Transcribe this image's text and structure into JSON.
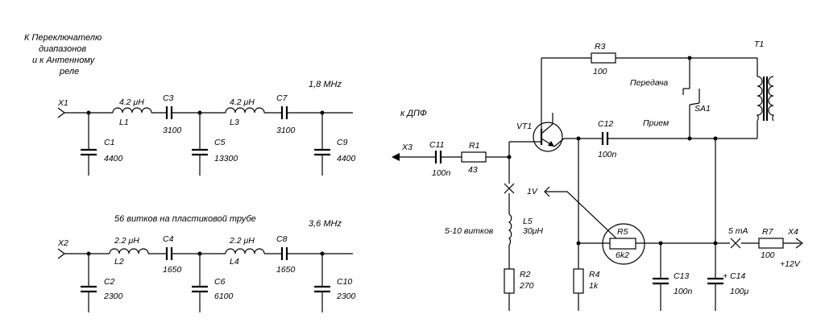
{
  "notes": {
    "switch_line1": "К Переключателю",
    "switch_line2": "диапазонов",
    "switch_line3": "и к Антенному",
    "switch_line4": "реле",
    "coil_note": "56 витков на пластиковой трубе",
    "dpf": "к ДПФ",
    "turns": "5-10 витков",
    "volt": "1V",
    "current": "5 mA",
    "supply": "+12V",
    "transmit": "Передача",
    "receive": "Прием"
  },
  "bands": {
    "band1": "1,8 MHz",
    "band2": "3,6 MHz"
  },
  "connectors": {
    "x1": "X1",
    "x2": "X2",
    "x3": "X3",
    "x4": "X4"
  },
  "filter1": {
    "c1": {
      "name": "C1",
      "value": "4400"
    },
    "l1": {
      "name": "L1",
      "value": "4.2 μH"
    },
    "c3": {
      "name": "C3",
      "value": "3100"
    },
    "c5": {
      "name": "C5",
      "value": "13300"
    },
    "l3": {
      "name": "L3",
      "value": "4.2 μH"
    },
    "c7": {
      "name": "C7",
      "value": "3100"
    },
    "c9": {
      "name": "C9",
      "value": "4400"
    }
  },
  "filter2": {
    "c2": {
      "name": "C2",
      "value": "2300"
    },
    "l2": {
      "name": "L2",
      "value": "2.2 μH"
    },
    "c4": {
      "name": "C4",
      "value": "1650"
    },
    "c6": {
      "name": "C6",
      "value": "6100"
    },
    "l4": {
      "name": "L4",
      "value": "2.2 μH"
    },
    "c8": {
      "name": "C8",
      "value": "1650"
    },
    "c10": {
      "name": "C10",
      "value": "2300"
    }
  },
  "amp": {
    "c11": {
      "name": "C11",
      "value": "100n"
    },
    "r1": {
      "name": "R1",
      "value": "43"
    },
    "vt1": {
      "name": "VT1"
    },
    "c12": {
      "name": "C12",
      "value": "100n"
    },
    "r3": {
      "name": "R3",
      "value": "100"
    },
    "t1": {
      "name": "T1"
    },
    "sa1": {
      "name": "SA1"
    },
    "l5": {
      "name": "L5",
      "value": "30μH"
    },
    "r2": {
      "name": "R2",
      "value": "270"
    },
    "r4": {
      "name": "R4",
      "value": "1k"
    },
    "r5": {
      "name": "R5",
      "value": "6k2"
    },
    "c13": {
      "name": "C13",
      "value": "100n"
    },
    "c14": {
      "name": "C14",
      "value": "100μ",
      "polarity": "+"
    },
    "r7": {
      "name": "R7",
      "value": "100"
    }
  }
}
